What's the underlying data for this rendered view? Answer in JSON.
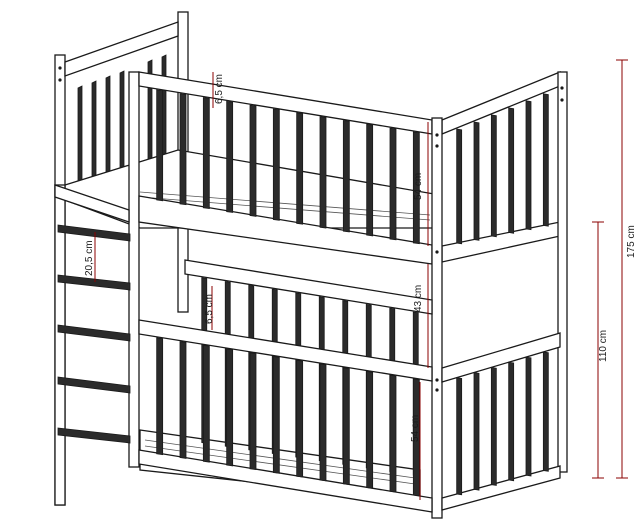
{
  "colors": {
    "outline": "#1a1a1a",
    "slat_fill": "#2b2b2b",
    "dimension_line": "#8b0000",
    "background": "#ffffff"
  },
  "dimensions": {
    "top_slat_gap": "6,5 cm",
    "top_rail_height": "54 cm",
    "ladder_step": "20,5 cm",
    "between_beds": "43 cm",
    "bottom_slat_gap": "6,5 cm",
    "bottom_rail_height": "54 cm",
    "total_height": "175 cm",
    "mid_height": "110 cm"
  }
}
